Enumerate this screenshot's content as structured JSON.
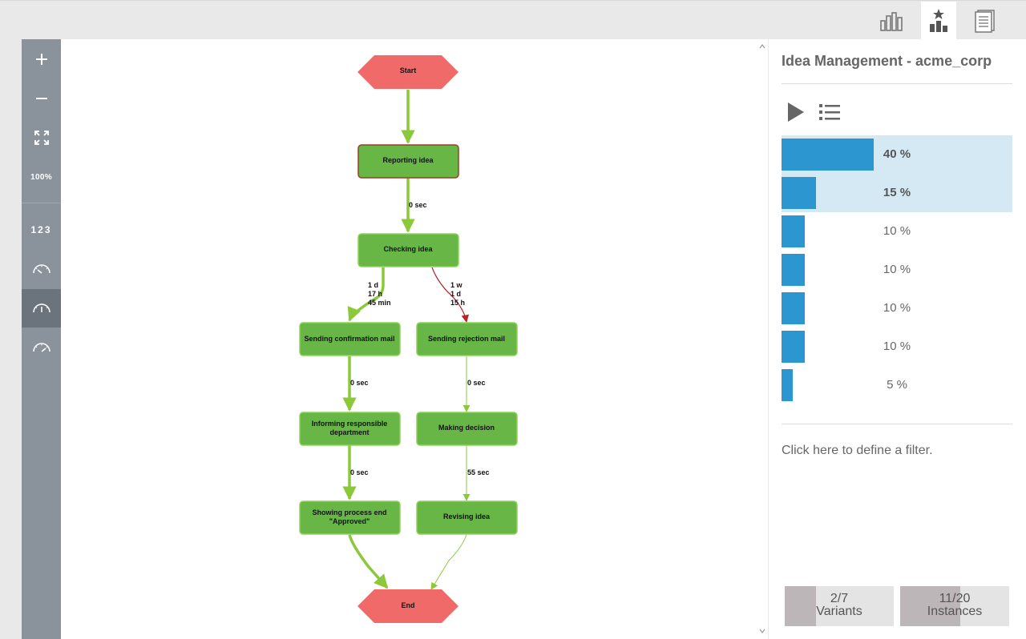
{
  "top_tabs": [
    {
      "name": "statistics-icon",
      "active": false
    },
    {
      "name": "favorites-chart-icon",
      "active": true
    },
    {
      "name": "report-icon",
      "active": false
    }
  ],
  "toolbar": {
    "zoom_level": "100%",
    "numbering_label": "123"
  },
  "process_map": {
    "nodes": {
      "start": "Start",
      "reporting": "Reporting idea",
      "checking": "Checking idea",
      "confirmation": "Sending confirmation mail",
      "rejection": "Sending rejection mail",
      "informing_1": "Informing responsible",
      "informing_2": "department",
      "making_decision": "Making decision",
      "showing_end_1": "Showing process end",
      "showing_end_2": "\"Approved\"",
      "revising": "Revising idea",
      "end": "End"
    },
    "edge_labels": {
      "reporting_checking": "0 sec",
      "checking_confirm_1": "1 d",
      "checking_confirm_2": "17 h",
      "checking_confirm_3": "45 min",
      "checking_reject_1": "1 w",
      "checking_reject_2": "1 d",
      "checking_reject_3": "15 h",
      "confirm_inform": "0 sec",
      "reject_decision": "0 sec",
      "inform_showing": "0 sec",
      "decision_revising": "55 sec"
    },
    "colors": {
      "task_fill": "#67b646",
      "task_border": "#8fd45a",
      "event_fill": "#f16a6a",
      "edge_main": "#8bc83a",
      "edge_alert": "#b8232a"
    }
  },
  "panel": {
    "title": "Idea Management - acme_corp",
    "variants": [
      {
        "pct": "40 %",
        "value": 0.4,
        "selected": true
      },
      {
        "pct": "15 %",
        "value": 0.15,
        "selected": true
      },
      {
        "pct": "10 %",
        "value": 0.1,
        "selected": false
      },
      {
        "pct": "10 %",
        "value": 0.1,
        "selected": false
      },
      {
        "pct": "10 %",
        "value": 0.1,
        "selected": false
      },
      {
        "pct": "10 %",
        "value": 0.1,
        "selected": false
      },
      {
        "pct": "5 %",
        "value": 0.05,
        "selected": false
      }
    ],
    "filter_link": "Click here to define a filter.",
    "variants_stat": {
      "count": "2/7",
      "label": "Variants",
      "fraction": 0.2857
    },
    "instances_stat": {
      "count": "11/20",
      "label": "Instances",
      "fraction": 0.55
    },
    "colors": {
      "bar": "#2b96d0",
      "selected_row": "#d5e9f5"
    }
  }
}
